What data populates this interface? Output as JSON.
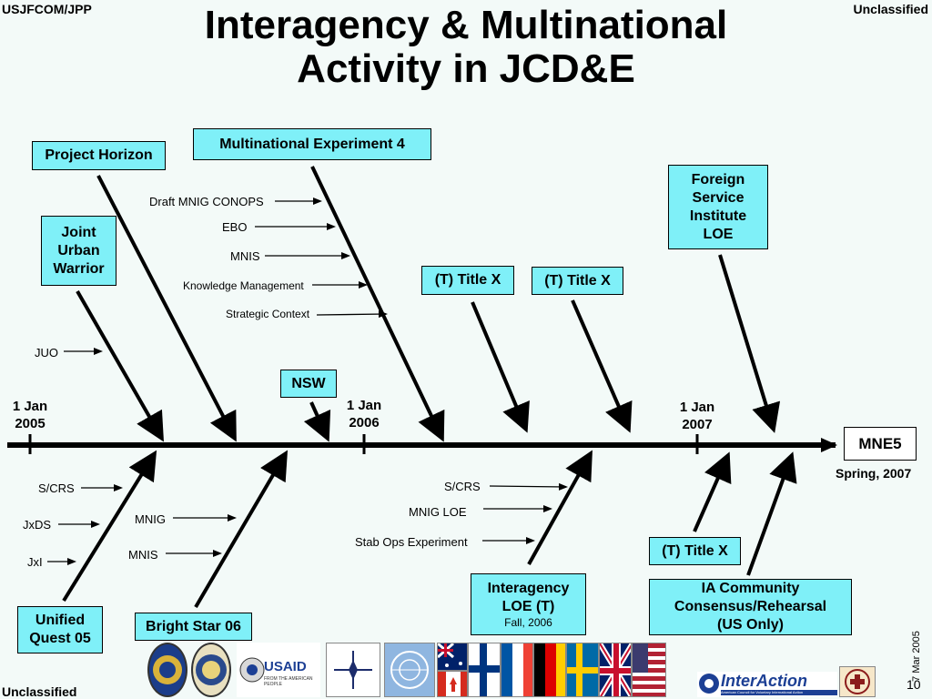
{
  "header": {
    "org_left": "USJFCOM/JPP",
    "classification_top": "Unclassified",
    "title_line1": "Interagency & Multinational",
    "title_line2": "Activity in JCD&E"
  },
  "footer": {
    "classification_bottom": "Unclassified",
    "page_number": "10",
    "date_vertical": "7 Mar 2005"
  },
  "timeline": {
    "endpoint_label": "MNE5",
    "endpoint_date": "Spring, 2007",
    "dates": [
      {
        "line1": "1 Jan",
        "line2": "2005"
      },
      {
        "line1": "1 Jan",
        "line2": "2006"
      },
      {
        "line1": "1 Jan",
        "line2": "2007"
      }
    ]
  },
  "boxes": {
    "project_horizon": "Project Horizon",
    "mne4": "Multinational Experiment 4",
    "joint_urban_warrior": [
      "Joint",
      "Urban",
      "Warrior"
    ],
    "fsi": [
      "Foreign",
      "Service",
      "Institute",
      "LOE"
    ],
    "title_x_1": "(T) Title X",
    "title_x_2": "(T) Title X",
    "title_x_3": "(T) Title X",
    "nsw": "NSW",
    "unified_quest": [
      "Unified",
      "Quest 05"
    ],
    "bright_star": "Bright Star 06",
    "interagency_loe": [
      "Interagency",
      "LOE (T)"
    ],
    "interagency_loe_sub": "Fall, 2006",
    "ia_community": [
      "IA Community",
      "Consensus/Rehearsal",
      "(US Only)"
    ]
  },
  "labels": {
    "mne4_items": [
      "Draft MNIG CONOPS",
      "EBO",
      "MNIS",
      "Knowledge Management",
      "Strategic Context"
    ],
    "juw_item": "JUO",
    "uq_items": [
      "S/CRS",
      "JxDS",
      "JxI"
    ],
    "bs_items": [
      "MNIG",
      "MNIS"
    ],
    "ia_items": [
      "S/CRS",
      "MNIG LOE",
      "Stab Ops Experiment"
    ]
  },
  "logos": {
    "usaid": "USAID",
    "usaid_sub": "FROM THE AMERICAN PEOPLE",
    "interaction": "InterAction",
    "interaction_sub": "American Council for Voluntary International Action"
  },
  "colors": {
    "box_fill": "#7ff0f8",
    "background": "#f3faf8"
  }
}
